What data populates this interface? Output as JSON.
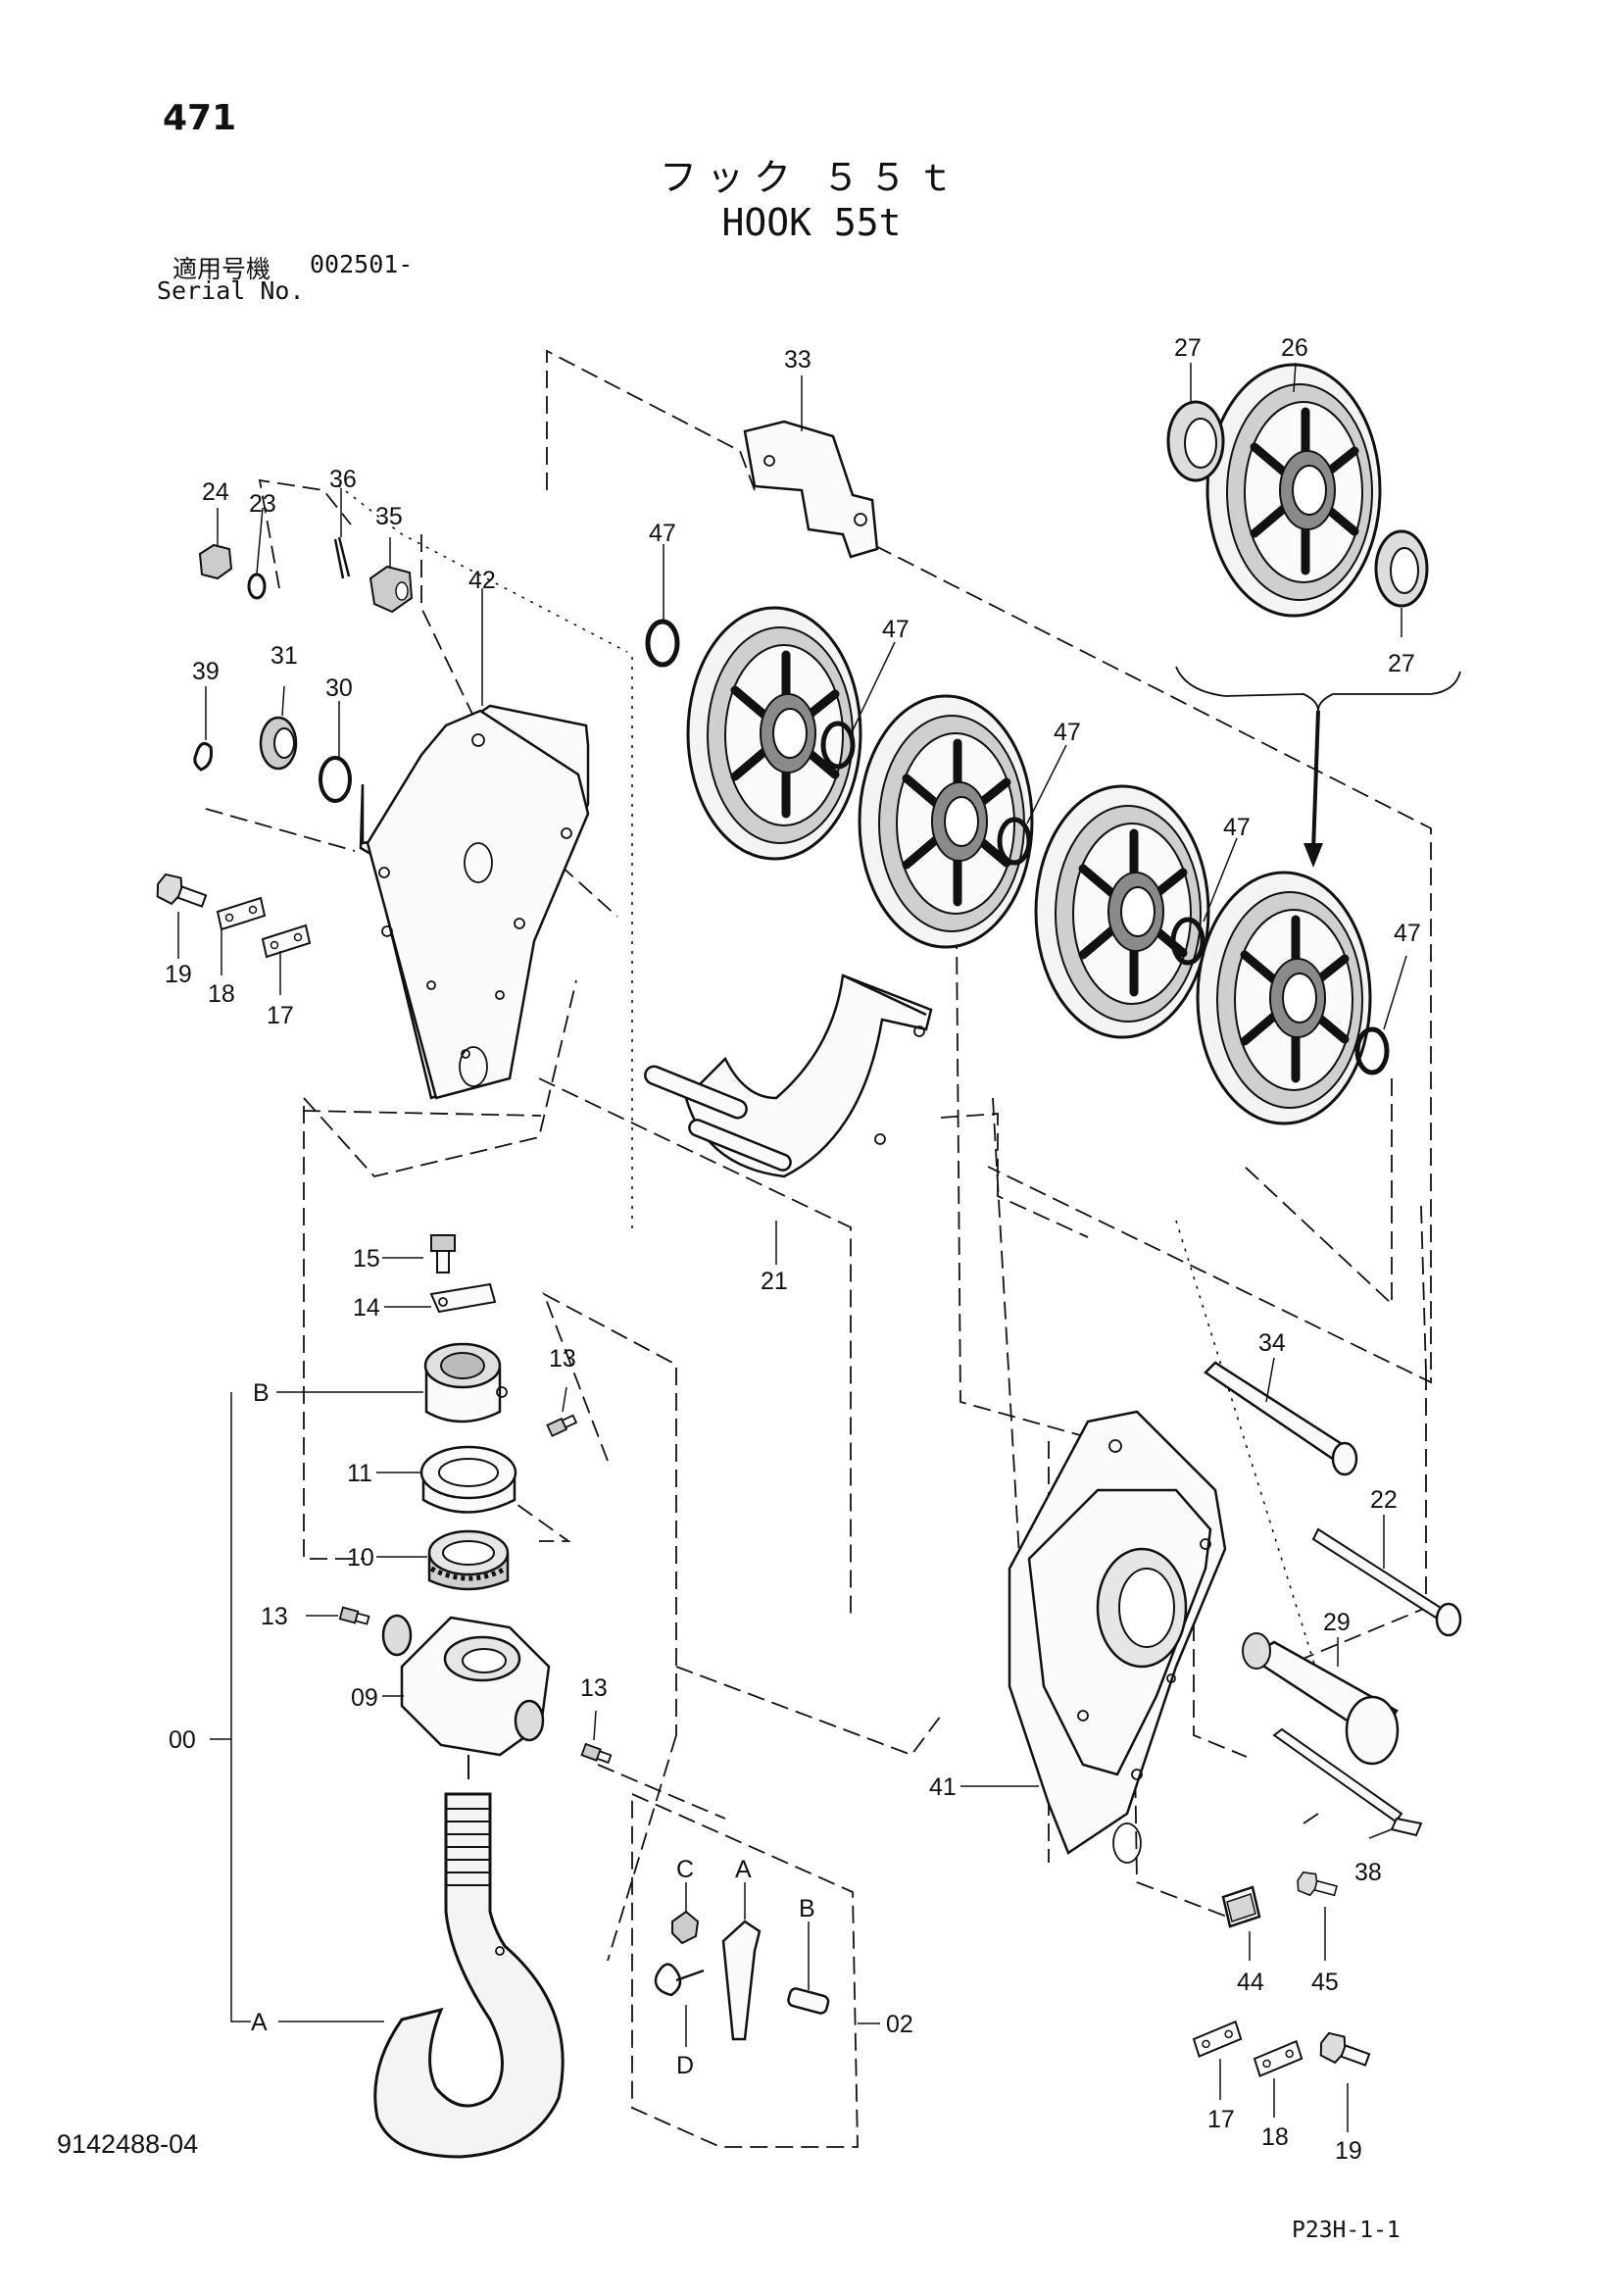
{
  "page": {
    "page_number": "471",
    "title_ja": "フック ５５ｔ",
    "title_en": "HOOK 55t",
    "serial_label_ja": "適用号機",
    "serial_value": "002501-",
    "serial_label_en": "Serial No.",
    "drawing_number": "9142488-04",
    "page_code": "P23H-1-1"
  },
  "callouts": {
    "c33": "33",
    "c27a": "27",
    "c26": "26",
    "c27b": "27",
    "c24": "24",
    "c23": "23",
    "c36": "36",
    "c35": "35",
    "c42": "42",
    "c47a": "47",
    "c47b": "47",
    "c47c": "47",
    "c47d": "47",
    "c47e": "47",
    "c39": "39",
    "c31": "31",
    "c30": "30",
    "c19a": "19",
    "c18a": "18",
    "c17a": "17",
    "c21": "21",
    "c15": "15",
    "c14": "14",
    "c13a": "13",
    "cB1": "B",
    "c11": "11",
    "c10": "10",
    "c13b": "13",
    "c09": "09",
    "c13c": "13",
    "c00": "00",
    "c34": "34",
    "c22": "22",
    "c29": "29",
    "c41": "41",
    "c38": "38",
    "c44": "44",
    "c45": "45",
    "cC": "C",
    "cA2": "A",
    "cB2": "B",
    "cD": "D",
    "c02": "02",
    "cA1": "A",
    "c17b": "17",
    "c18b": "18",
    "c19b": "19"
  }
}
